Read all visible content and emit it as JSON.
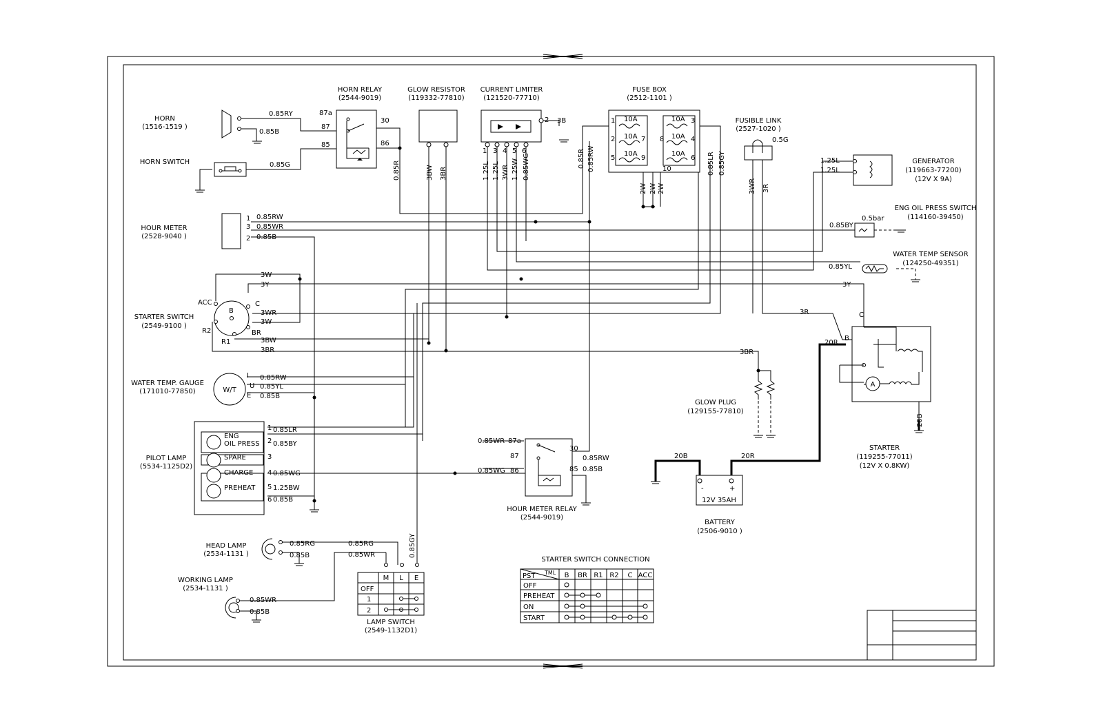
{
  "components": {
    "horn": {
      "name": "HORN",
      "part": "(1516-1519 )"
    },
    "horn_switch": {
      "name": "HORN SWITCH"
    },
    "horn_relay": {
      "name": "HORN RELAY",
      "part": "(2544-9019)",
      "pins": [
        "87a",
        "87",
        "85",
        "30",
        "86"
      ]
    },
    "glow_resistor": {
      "name": "GLOW RESISTOR",
      "part": "(119332-77810)"
    },
    "current_limiter": {
      "name": "CURRENT LIMITER",
      "part": "(121520-77710)",
      "pins": [
        "1",
        "3",
        "4",
        "5",
        "6",
        "2"
      ]
    },
    "fuse_box": {
      "name": "FUSE BOX",
      "part": "(2512-1101 )",
      "fuse_rating": "10A",
      "pins": [
        "1",
        "2",
        "5",
        "7",
        "9",
        "8",
        "4",
        "10",
        "3",
        "6"
      ]
    },
    "fusible_link": {
      "name": "FUSIBLE LINK",
      "part": "(2527-1020 )",
      "rating": "0.5G"
    },
    "generator": {
      "name": "GENERATOR",
      "part": "(119663-77200)",
      "spec": "(12V X 9A)"
    },
    "hour_meter": {
      "name": "HOUR METER",
      "part": "(2528-9040 )",
      "pins": [
        "1",
        "3",
        "2"
      ]
    },
    "eng_oil_press_switch": {
      "name": "ENG OIL PRESS SWITCH",
      "part": "(114160-39450)",
      "setting": "0.5bar"
    },
    "water_temp_sensor": {
      "name": "WATER TEMP SENSOR",
      "part": "(124250-49351)"
    },
    "starter_switch": {
      "name": "STARTER SWITCH",
      "part": "(2549-9100 )",
      "terminals": [
        "ACC",
        "B",
        "C",
        "BR",
        "R2",
        "R1"
      ]
    },
    "water_temp_gauge": {
      "name": "WATER TEMP. GAUGE",
      "part": "(171010-77850)",
      "symbol": "W/T",
      "pins": [
        "I",
        "U",
        "E"
      ]
    },
    "pilot_lamp": {
      "name": "PILOT LAMP",
      "part": "(5534-1125D2)",
      "lamps": [
        "ENG",
        "OIL PRESS",
        "SPARE",
        "CHARGE",
        "PREHEAT"
      ],
      "pins": [
        "1",
        "2",
        "3",
        "4",
        "5",
        "6"
      ]
    },
    "hour_meter_relay": {
      "name": "HOUR METER RELAY",
      "part": "(2544-9019)",
      "pins": [
        "87a",
        "87",
        "86",
        "30",
        "85"
      ]
    },
    "glow_plug": {
      "name": "GLOW PLUG",
      "part": "(129155-77810)"
    },
    "starter": {
      "name": "STARTER",
      "part": "(119255-77011)",
      "spec": "(12V X 0.8KW)",
      "terminals": [
        "C",
        "B"
      ],
      "motor_symbol": "A"
    },
    "battery": {
      "name": "BATTERY",
      "part": "(2506-9010 )",
      "spec": "12V 35AH",
      "minus": "-",
      "plus": "+"
    },
    "head_lamp": {
      "name": "HEAD LAMP",
      "part": "(2534-1131 )"
    },
    "working_lamp": {
      "name": "WORKING LAMP",
      "part": "(2534-1131 )"
    },
    "lamp_switch": {
      "name": "LAMP SWITCH",
      "part": "(2549-1132D1)",
      "columns": [
        "M",
        "L",
        "E"
      ],
      "rows": [
        "OFF",
        "1",
        "2"
      ]
    }
  },
  "wires": {
    "horn_ry": "0.85RY",
    "horn_b": "0.85B",
    "horn_sw_g": "0.85G",
    "relay_out_r": "0.85R",
    "glow_bw": "3BW",
    "glow_br": "3BR",
    "cl_3b": "3B",
    "cl_125l_a": "1.25L",
    "cl_125l_b": "1.25L",
    "cl_3wr": "3WR",
    "cl_125w": "1.25W",
    "cl_085wg": "0.85WG",
    "fb_085r": "0.85R",
    "fb_085rw": "0.85RW",
    "fb_2w_a": "2W",
    "fb_2w_b": "2W",
    "fb_2w_c": "2W",
    "fb_085lr": "0.85LR",
    "fb_085gy": "0.85GY",
    "fl_3wr": "3WR",
    "fl_3r": "3R",
    "gen_125l_a": "1.25L",
    "gen_125l_b": "1.25L",
    "hm_rw": "0.85RW",
    "hm_wr": "0.85WR",
    "hm_b": "0.85B",
    "oil_by": "0.85BY",
    "wt_yl": "0.85YL",
    "ss_3w_a": "3W",
    "ss_3y": "3Y",
    "ss_3wr": "3WR",
    "ss_3w_b": "3W",
    "ss_3bw": "3BW",
    "ss_3br": "3BR",
    "st_3y": "3Y",
    "st_3r": "3R",
    "st_20r": "20R",
    "st_20b": "20B",
    "gp_3br": "3BR",
    "bat_20b": "20B",
    "bat_20r": "20R",
    "wtg_rw": "0.85RW",
    "wtg_yl": "0.85YL",
    "wtg_b": "0.85B",
    "pl_1": "0.85LR",
    "pl_2": "0.85BY",
    "pl_4": "0.85WG",
    "pl_5": "1.25BW",
    "pl_6": "0.85B",
    "hmr_wr": "0.85WR",
    "hmr_wg": "0.85WG",
    "hmr_rw": "0.85RW",
    "hmr_b": "0.85B",
    "hl_rg_a": "0.85RG",
    "hl_rg_b": "0.85RG",
    "hl_b": "0.85B",
    "ls_wr": "0.85WR",
    "ls_gy": "0.85GY",
    "wl_wr": "0.85WR",
    "wl_b": "0.85B"
  },
  "connection_table": {
    "title": "STARTER SWITCH CONNECTION",
    "corner_pst": "PST",
    "corner_tml": "TML",
    "columns": [
      "B",
      "BR",
      "R1",
      "R2",
      "C",
      "ACC"
    ],
    "rows": [
      {
        "label": "OFF",
        "connected": [
          0
        ]
      },
      {
        "label": "PREHEAT",
        "connected": [
          0,
          1,
          2
        ]
      },
      {
        "label": "ON",
        "connected": [
          0,
          1,
          5
        ]
      },
      {
        "label": "START",
        "connected": [
          0,
          1,
          3,
          4,
          5
        ]
      }
    ]
  }
}
